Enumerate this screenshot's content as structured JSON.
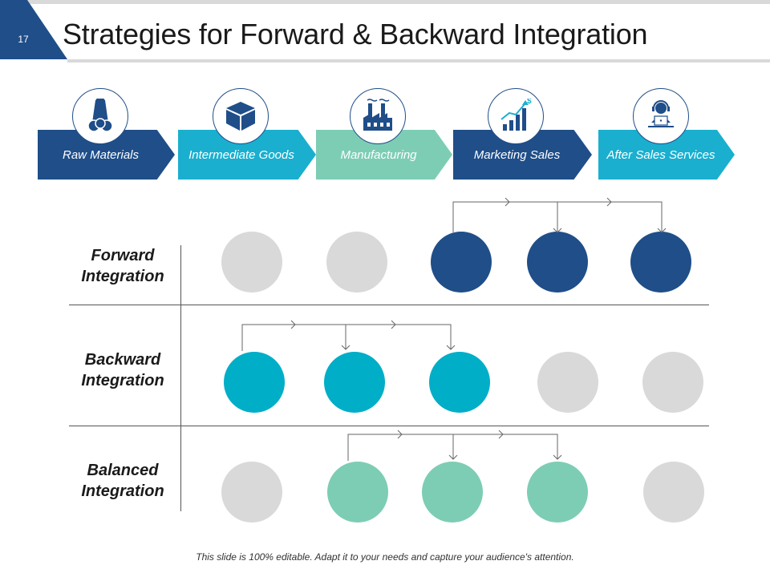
{
  "slide": {
    "page_number": "17",
    "title": "Strategies for Forward & Backward Integration",
    "footer": "This slide is 100% editable. Adapt it to your needs and capture your audience's attention."
  },
  "colors": {
    "navy": "#1f4e89",
    "teal": "#00aec7",
    "mint": "#7dcdb5",
    "gray": "#d9d9d9"
  },
  "stages": [
    {
      "label": "Raw Materials",
      "icon": "pipes-icon",
      "color": "#1f4e89"
    },
    {
      "label": "Intermediate Goods",
      "icon": "box-icon",
      "color": "#1aafcf"
    },
    {
      "label": "Manufacturing",
      "icon": "factory-icon",
      "color": "#7dcdb5"
    },
    {
      "label": "Marketing Sales",
      "icon": "growth-chart-icon",
      "color": "#1f4e89"
    },
    {
      "label": "After Sales Services",
      "icon": "support-agent-icon",
      "color": "#1aafcf"
    }
  ],
  "rows": [
    {
      "label": "Forward Integration",
      "active": [
        false,
        false,
        true,
        true,
        true
      ],
      "active_color": "#1f4e89"
    },
    {
      "label": "Backward Integration",
      "active": [
        true,
        true,
        true,
        false,
        false
      ],
      "active_color": "#00aec7"
    },
    {
      "label": "Balanced Integration",
      "active": [
        false,
        true,
        true,
        true,
        false
      ],
      "active_color": "#7dcdb5"
    }
  ]
}
